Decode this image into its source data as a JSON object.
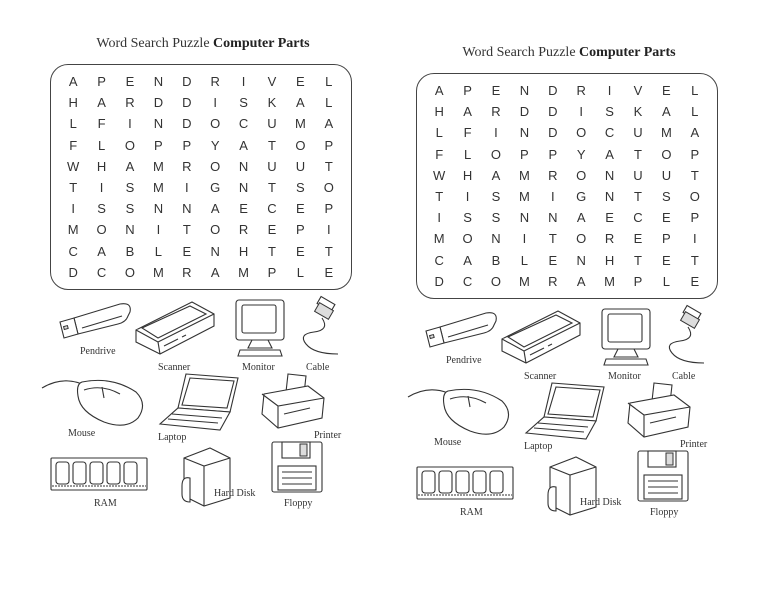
{
  "worksheet": {
    "title_prefix": "Word Search Puzzle",
    "title_bold": "Computer Parts",
    "grid": [
      [
        "A",
        "P",
        "E",
        "N",
        "D",
        "R",
        "I",
        "V",
        "E",
        "L"
      ],
      [
        "H",
        "A",
        "R",
        "D",
        "D",
        "I",
        "S",
        "K",
        "A",
        "L"
      ],
      [
        "L",
        "F",
        "I",
        "N",
        "D",
        "O",
        "C",
        "U",
        "M",
        "A"
      ],
      [
        "F",
        "L",
        "O",
        "P",
        "P",
        "Y",
        "A",
        "T",
        "O",
        "P"
      ],
      [
        "W",
        "H",
        "A",
        "M",
        "R",
        "O",
        "N",
        "U",
        "U",
        "T"
      ],
      [
        "T",
        "I",
        "S",
        "M",
        "I",
        "G",
        "N",
        "T",
        "S",
        "O"
      ],
      [
        "I",
        "S",
        "S",
        "N",
        "N",
        "A",
        "E",
        "C",
        "E",
        "P"
      ],
      [
        "M",
        "O",
        "N",
        "I",
        "T",
        "O",
        "R",
        "E",
        "P",
        "I"
      ],
      [
        "C",
        "A",
        "B",
        "L",
        "E",
        "N",
        "H",
        "T",
        "E",
        "T"
      ],
      [
        "D",
        "C",
        "O",
        "M",
        "R",
        "A",
        "M",
        "P",
        "L",
        "E"
      ]
    ],
    "parts": {
      "pendrive": "Pendrive",
      "scanner": "Scanner",
      "monitor": "Monitor",
      "cable": "Cable",
      "mouse": "Mouse",
      "laptop": "Laptop",
      "printer": "Printer",
      "ram": "RAM",
      "harddisk": "Hard Disk",
      "floppy": "Floppy"
    }
  }
}
